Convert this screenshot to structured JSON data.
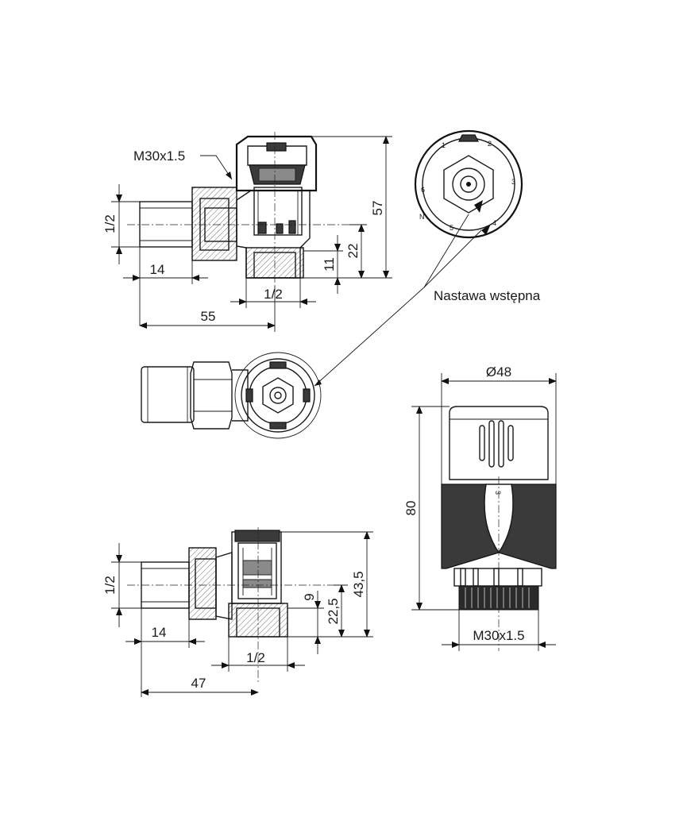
{
  "thread_label_top": "M30x1.5",
  "preset_label": "Nastawa wstępna",
  "top_view": {
    "pipe_dia": "1/2",
    "nut_len": "14",
    "outlet_dia": "1/2",
    "total_len": "55",
    "height": "57",
    "outlet_height": "22",
    "outlet_offset": "11"
  },
  "bottom_view": {
    "pipe_dia": "1/2",
    "nut_len": "14",
    "outlet_dia": "1/2",
    "total_len": "47",
    "height": "43,5",
    "outlet_height": "22,5",
    "outlet_offset": "9"
  },
  "head": {
    "diameter": "Ø48",
    "height": "80",
    "thread": "M30x1.5",
    "knob_mark": "3"
  },
  "dial_marks": [
    "1",
    "2",
    "3",
    "4",
    "5",
    "6",
    "N"
  ]
}
